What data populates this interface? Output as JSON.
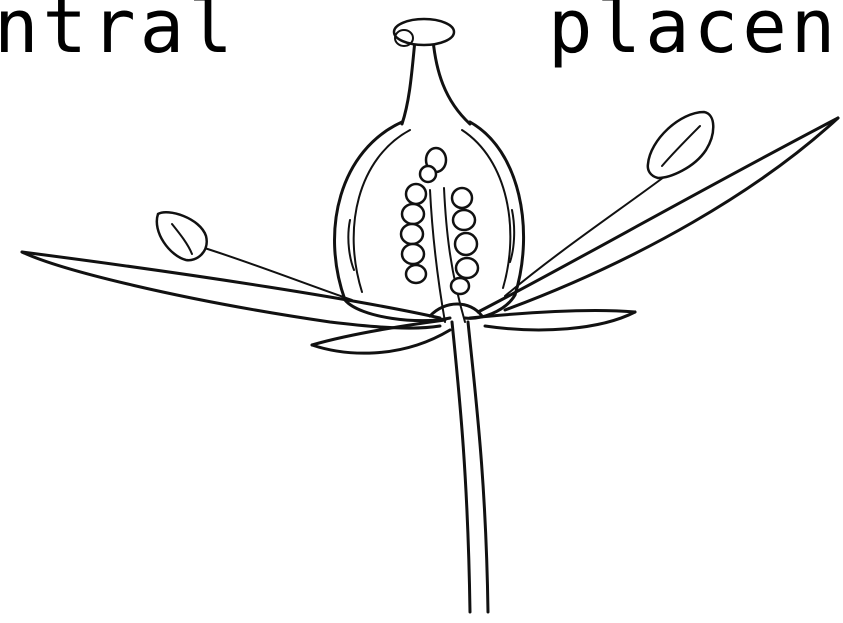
{
  "caption": {
    "left_fragment": "ntral",
    "right_fragment": "placen"
  },
  "colors": {
    "background": "#ffffff",
    "ink": "#111111"
  },
  "figure": {
    "subject": "flower-with-free-central-placentation"
  }
}
